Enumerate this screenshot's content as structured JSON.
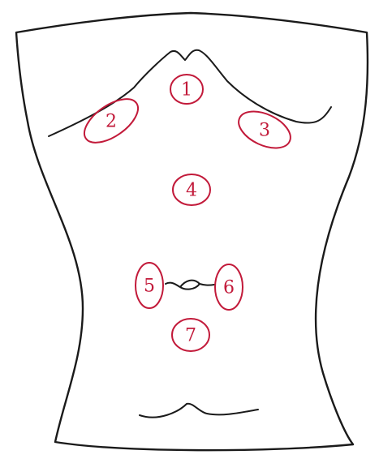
{
  "accent_color": "#c21a3a",
  "outline_color": "#1a1a1a",
  "markers": [
    {
      "id": "1",
      "label": "1"
    },
    {
      "id": "2",
      "label": "2"
    },
    {
      "id": "3",
      "label": "3"
    },
    {
      "id": "4",
      "label": "4"
    },
    {
      "id": "5",
      "label": "5"
    },
    {
      "id": "6",
      "label": "6"
    },
    {
      "id": "7",
      "label": "7"
    }
  ]
}
